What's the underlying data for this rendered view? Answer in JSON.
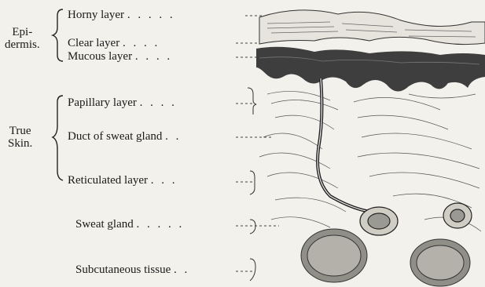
{
  "groups": {
    "epidermis": {
      "line1": "Epi-",
      "line2": "dermis."
    },
    "true_skin": {
      "line1": "True",
      "line2": "Skin."
    }
  },
  "labels": {
    "horny": "Horny layer",
    "clear": "Clear layer",
    "mucous": "Mucous layer",
    "papillary": "Papillary layer",
    "duct": "Duct of sweat gland",
    "reticulated": "Reticulated layer",
    "sweat_gland": "Sweat gland",
    "subcutaneous": "Subcutaneous tissue"
  },
  "leaders": {
    "horny": ". . . . .",
    "clear": ". . . .",
    "mucous": ". . . .",
    "papillary": ". . . .",
    "duct": ". .",
    "reticulated": ". . .",
    "sweat_gland": ". . . . .",
    "subcutaneous": ". ."
  },
  "colors": {
    "paper": "#f2f1ec",
    "ink": "#1a1a1a"
  }
}
